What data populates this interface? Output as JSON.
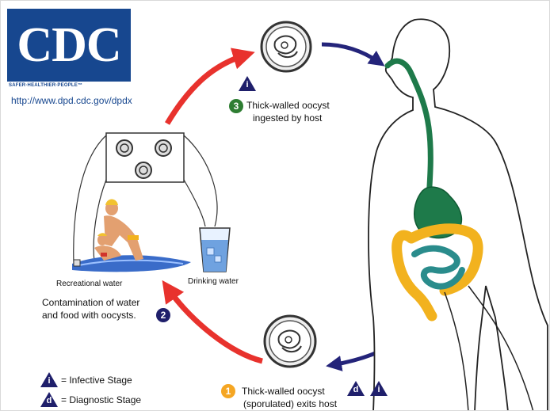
{
  "logo": {
    "text": "CDC",
    "tagline": "SAFER·HEALTHIER·PEOPLE™",
    "url": "http://www.dpd.cdc.gov/dpdx"
  },
  "stages": {
    "step1": {
      "number": "1",
      "line1": "Thick-walled oocyst",
      "line2": "(sporulated) exits host",
      "badges": [
        "d",
        "i"
      ],
      "color": "#f5a623"
    },
    "step2": {
      "number": "2",
      "line1": "Contamination of water",
      "line2": "and food with oocysts.",
      "color": "#1f1f6b"
    },
    "step3": {
      "number": "3",
      "line1": "Thick-walled oocyst",
      "line2": "ingested by host",
      "badge": "i",
      "color": "#2e7d32"
    }
  },
  "water_labels": {
    "recreational": "Recreational water",
    "drinking": "Drinking water"
  },
  "legend": [
    {
      "symbol": "i",
      "label": "= Infective Stage"
    },
    {
      "symbol": "d",
      "label": "= Diagnostic Stage"
    }
  ],
  "colors": {
    "red_arrow": "#e8322d",
    "blue_arrow": "#24247a",
    "gut_green": "#1e7a4a",
    "colon_yellow": "#f2b21e",
    "intestine_teal": "#2a8c8c",
    "cdc_blue": "#17478f"
  }
}
